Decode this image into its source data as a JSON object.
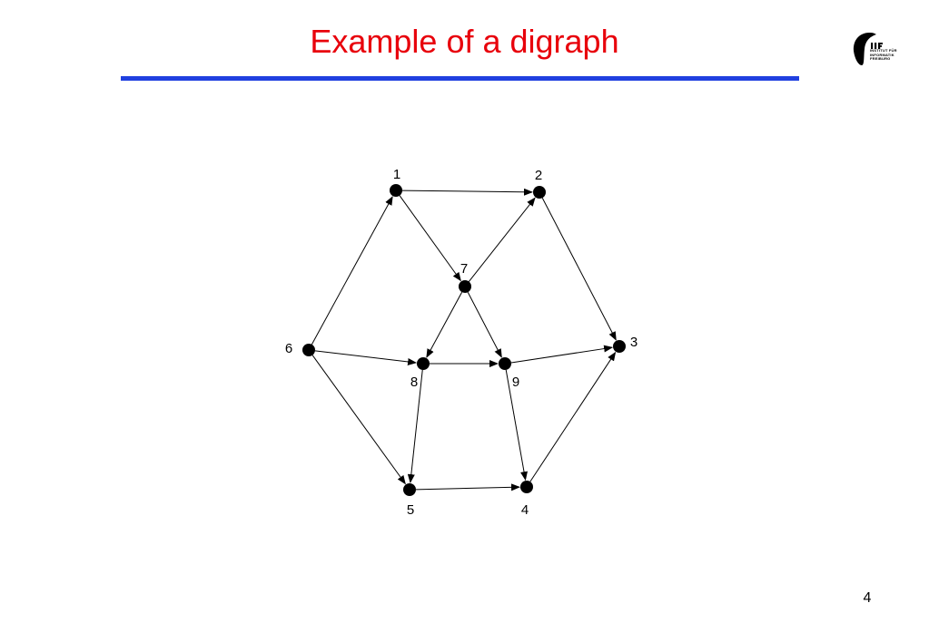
{
  "slide": {
    "title": "Example of a digraph",
    "page_number": "4"
  },
  "logo": {
    "lines": [
      "INSTITUT FÜR",
      "INFORMATIK",
      "FREIBURG"
    ],
    "mark": "IIF"
  },
  "colors": {
    "title": "#e8000b",
    "rule": "#2040e0",
    "node": "#000000",
    "edge": "#000000"
  },
  "graph": {
    "nodes": [
      {
        "id": "1",
        "label": "1"
      },
      {
        "id": "2",
        "label": "2"
      },
      {
        "id": "3",
        "label": "3"
      },
      {
        "id": "4",
        "label": "4"
      },
      {
        "id": "5",
        "label": "5"
      },
      {
        "id": "6",
        "label": "6"
      },
      {
        "id": "7",
        "label": "7"
      },
      {
        "id": "8",
        "label": "8"
      },
      {
        "id": "9",
        "label": "9"
      }
    ],
    "edges": [
      {
        "from": "1",
        "to": "2"
      },
      {
        "from": "1",
        "to": "7"
      },
      {
        "from": "2",
        "to": "3"
      },
      {
        "from": "6",
        "to": "1"
      },
      {
        "from": "6",
        "to": "8"
      },
      {
        "from": "6",
        "to": "5"
      },
      {
        "from": "7",
        "to": "2"
      },
      {
        "from": "7",
        "to": "8"
      },
      {
        "from": "7",
        "to": "9"
      },
      {
        "from": "8",
        "to": "9"
      },
      {
        "from": "8",
        "to": "5"
      },
      {
        "from": "9",
        "to": "3"
      },
      {
        "from": "9",
        "to": "4"
      },
      {
        "from": "5",
        "to": "4"
      },
      {
        "from": "4",
        "to": "3"
      }
    ]
  }
}
